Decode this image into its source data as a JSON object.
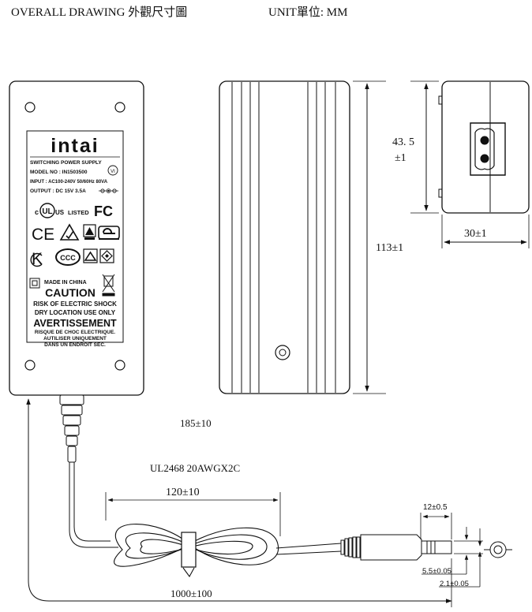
{
  "header": {
    "title": "OVERALL DRAWING 外觀尺寸圖",
    "unit": "UNIT單位: MM"
  },
  "label": {
    "brand": "intai",
    "lines": [
      "SWITCHING POWER SUPPLY",
      "MODEL NO : IN1503500",
      "INPUT : AC100-240V 50/60Hz 80VA",
      "OUTPUT : DC 15V 3.5A"
    ],
    "certs": {
      "ul_c": "c",
      "ul_us": "US",
      "listed": "LISTED",
      "fcc": "FC",
      "ce": "CE",
      "kc": "K",
      "ccc": "CCC",
      "vi": "VI"
    },
    "made_in": "MADE IN CHINA",
    "caution": "CAUTION",
    "warn_lines": [
      "RISK OF ELECTRIC SHOCK",
      "DRY LOCATION USE ONLY"
    ],
    "avert": "AVERTISSEMENT",
    "fr_lines": [
      "RISQUE DE CHOC ELECTRIQUE.",
      "AUTILISER UNIQUEMENT",
      "DANS UN ENDROIT SEC."
    ]
  },
  "dims": {
    "height_plug": [
      "43. 5",
      "±1"
    ],
    "length": "113±1",
    "depth": "30±1",
    "cable_total": "185±10",
    "cable_spec": "UL2468 20AWGX2C",
    "coil": "120±10",
    "dc_cable": "1000±100",
    "plug_len": "12±0.5",
    "plug_od": "5.5±0.05",
    "plug_id": "2.1±0.05"
  }
}
